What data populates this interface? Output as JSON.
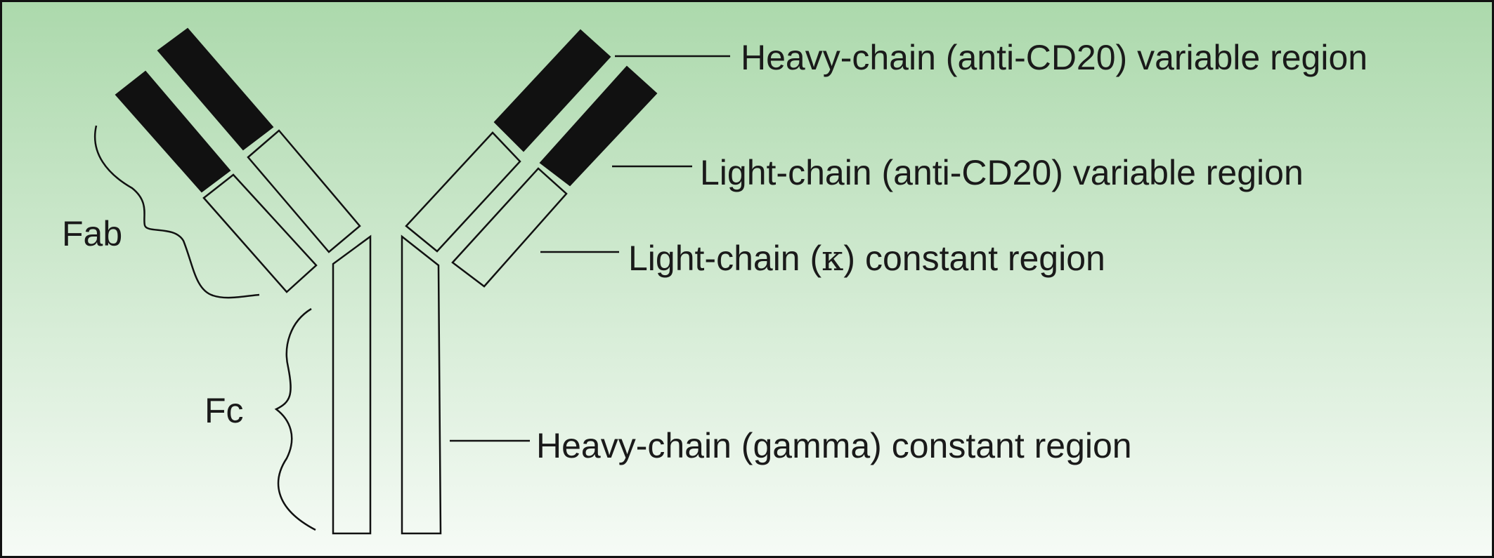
{
  "diagram": {
    "labels": {
      "heavy_variable": "Heavy-chain (anti-CD20) variable region",
      "light_variable": "Light-chain (anti-CD20) variable region",
      "light_constant_prefix": "Light-chain (",
      "light_constant_symbol": "κ",
      "light_constant_suffix": ") constant region",
      "heavy_constant": "Heavy-chain (gamma) constant region",
      "fab": "Fab",
      "fc": "Fc"
    },
    "colors": {
      "background_top": "#acd9ac",
      "background_bottom": "#f6fbf6",
      "variable_region_fill": "#111111",
      "outline": "#111111"
    }
  }
}
